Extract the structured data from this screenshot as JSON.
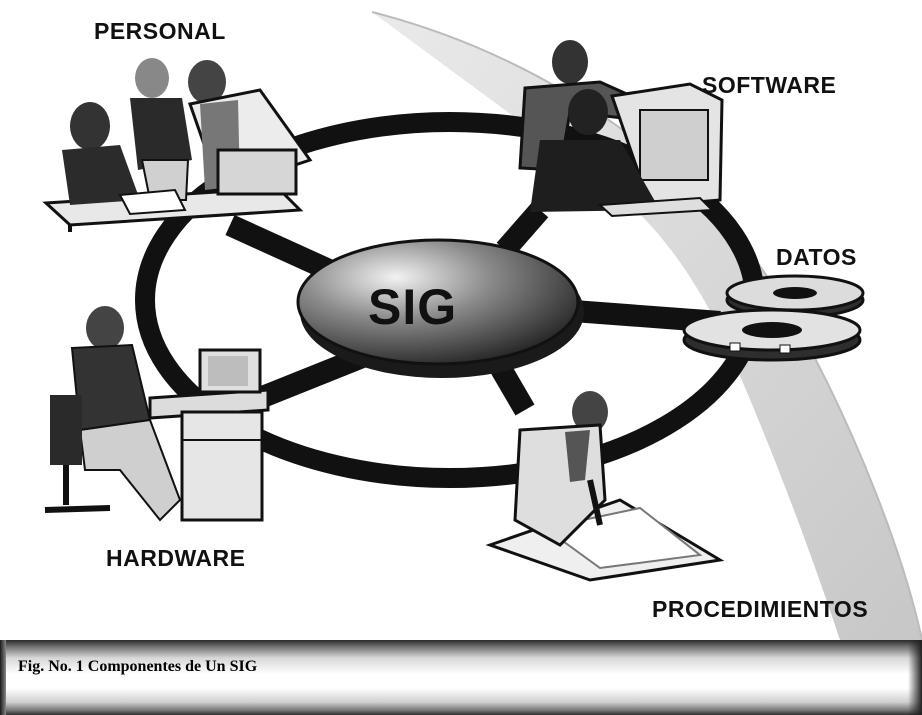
{
  "diagram": {
    "center_label": "SIG",
    "components": {
      "personal": "PERSONAL",
      "software": "SOFTWARE",
      "datos": "DATOS",
      "hardware": "HARDWARE",
      "procedimientos": "PROCEDIMIENTOS"
    },
    "colors": {
      "ring": "#111111",
      "hub_light": "#f0f0f0",
      "hub_dark": "#2e2e2e",
      "beam": "#c8c8c8"
    }
  },
  "caption": {
    "text": "Fig. No. 1 Componentes de Un SIG"
  }
}
